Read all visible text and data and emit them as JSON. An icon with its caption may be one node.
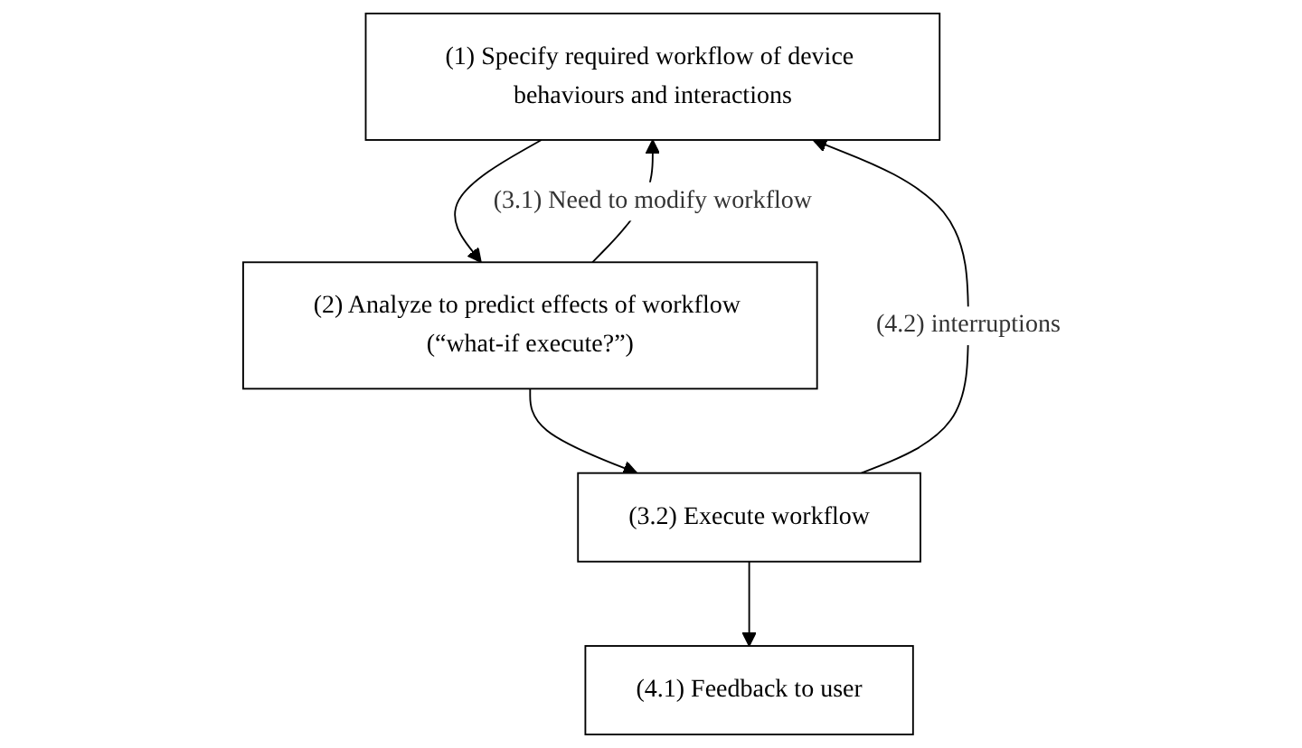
{
  "diagram": {
    "nodes": [
      {
        "text": [
          "(1) Specify required workflow of device behaviours and interactions"
        ]
      },
      {
        "text": [
          "(2) Analyze to predict effects of workflow (“what-if execute?”)"
        ]
      },
      {
        "text": [
          "(3.2) Execute workflow"
        ]
      },
      {
        "text": [
          "(4.1) Feedback to user"
        ]
      }
    ],
    "edges": [
      {
        "from": 0,
        "to": 1,
        "arrow": "to"
      },
      {
        "from": 1,
        "to": 2,
        "arrow": "to"
      },
      {
        "from": 2,
        "to": 3,
        "arrow": "to"
      },
      {
        "from": 1,
        "to": 0,
        "arrow": "to",
        "label": "(3.1) Need to modify workflow"
      },
      {
        "from": 2,
        "to": 0,
        "arrow": "to",
        "label": "(4.2) interruptions"
      }
    ]
  }
}
